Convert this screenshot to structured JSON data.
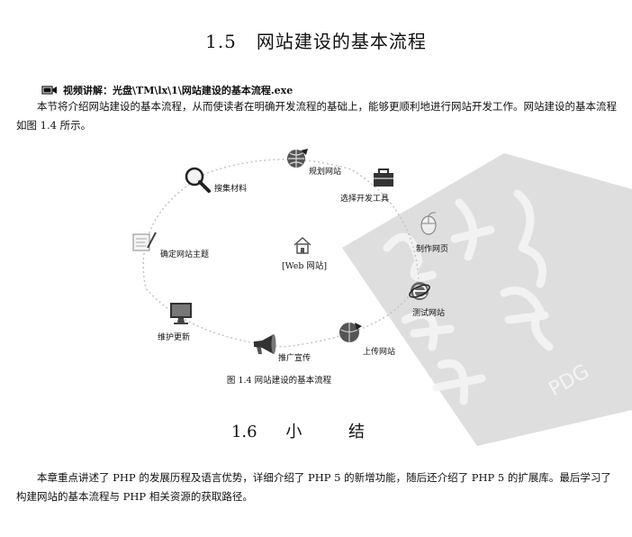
{
  "section_title": {
    "number": "1.5",
    "text": "网站建设的基本流程"
  },
  "video_line": "视频讲解：光盘\\TM\\lx\\1\\网站建设的基本流程.exe",
  "paragraph1": "本节将介绍网站建设的基本流程，从而使读者在明确开发流程的基础上，能够更顺利地进行网站开发工作。网站建设的基本流程如图 1.4 所示。",
  "diagram": {
    "center": "[Web 网站]",
    "steps": [
      {
        "label": "规划网站",
        "icon": "globe-plan-icon"
      },
      {
        "label": "选择开发工具",
        "icon": "toolbox-icon"
      },
      {
        "label": "制作网页",
        "icon": "mouse-icon"
      },
      {
        "label": "测试网站",
        "icon": "ie-globe-icon"
      },
      {
        "label": "上传网站",
        "icon": "upload-globe-icon"
      },
      {
        "label": "推广宣传",
        "icon": "megaphone-icon"
      },
      {
        "label": "维护更新",
        "icon": "monitor-icon"
      },
      {
        "label": "确定网站主题",
        "icon": "notepad-icon"
      },
      {
        "label": "搜集材料",
        "icon": "magnifier-icon"
      }
    ]
  },
  "figure_caption": "图 1.4    网站建设的基本流程",
  "section2_title": {
    "number": "1.6",
    "w1": "小",
    "w2": "结"
  },
  "paragraph2": "本章重点讲述了 PHP 的发展历程及语言优势，详细介绍了 PHP 5 的新增功能，随后还介绍了 PHP 5 的扩展库。最后学习了构建网站的基本流程与 PHP 相关资源的获取路径。",
  "watermark": {
    "text": "PDG"
  }
}
